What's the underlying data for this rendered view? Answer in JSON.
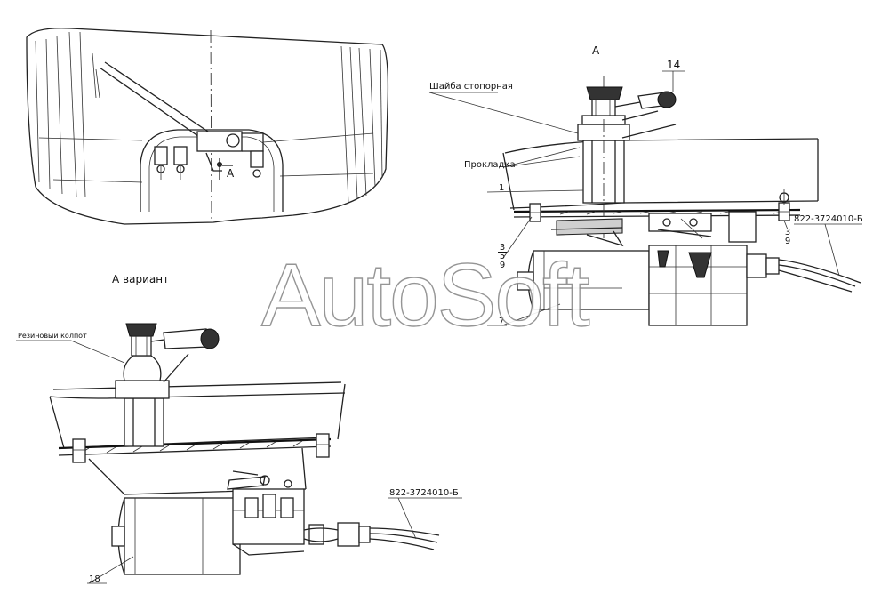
{
  "views": {
    "a_title": "A",
    "variant_title": "A вариант",
    "overview_marker": "A"
  },
  "labels": {
    "stop_washer": "Шайба стопорная",
    "gasket": "Прокладка",
    "rubber_cap": "Резиновый колпот",
    "part_1": "1",
    "part_7": "7",
    "part_14": "14",
    "part_18": "18",
    "harness_upper": "822-3724010-Б",
    "harness_lower": "822-3724010-Б",
    "frac_left": [
      "3",
      "5",
      "9"
    ],
    "frac_right": [
      "3",
      "9"
    ]
  },
  "watermark": "AutoSoft"
}
